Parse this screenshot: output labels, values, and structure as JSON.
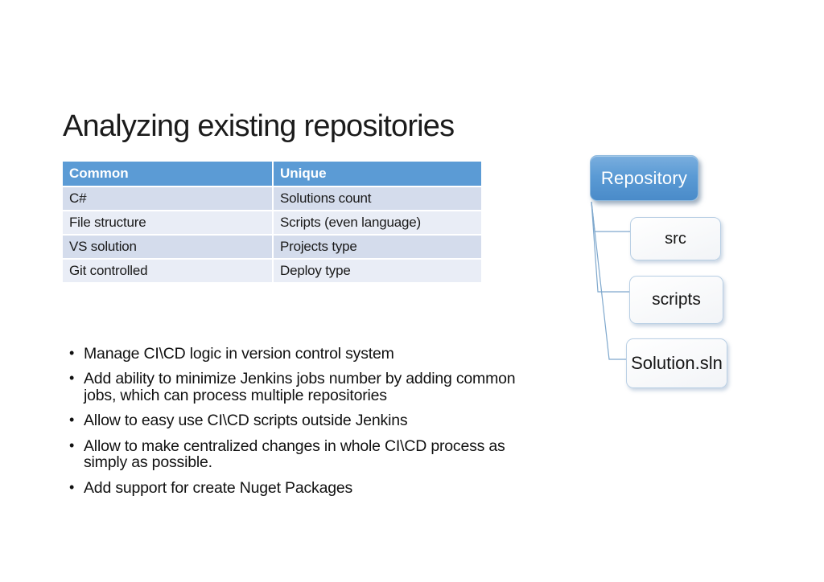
{
  "slide": {
    "title": "Analyzing existing repositories"
  },
  "table": {
    "headers": [
      "Common",
      "Unique"
    ],
    "rows": [
      {
        "common": "C#",
        "unique": "Solutions count"
      },
      {
        "common": "File structure",
        "unique": "Scripts (even language)"
      },
      {
        "common": "VS solution",
        "unique": "Projects type"
      },
      {
        "common": "Git controlled",
        "unique": "Deploy type"
      }
    ]
  },
  "bullets": {
    "marker": "•",
    "items": [
      "Manage CI\\CD logic in version control system",
      "Add ability to minimize Jenkins jobs number by adding common jobs, which can process multiple repositories",
      "Allow to easy use CI\\CD scripts outside Jenkins",
      "Allow to make centralized changes in whole CI\\CD process as simply as possible.",
      "Add support for create Nuget Packages"
    ]
  },
  "diagram": {
    "root": "Repository",
    "children": [
      "src",
      "scripts",
      "Solution.sln"
    ]
  },
  "colors": {
    "table_header_bg": "#5B9BD5",
    "row_band_dark": "#D4DCEC",
    "row_band_light": "#E9EDF6",
    "root_node_blue": "#5B9BD5",
    "connector_line": "#7FA8CD",
    "background": "#FFFFFF"
  }
}
